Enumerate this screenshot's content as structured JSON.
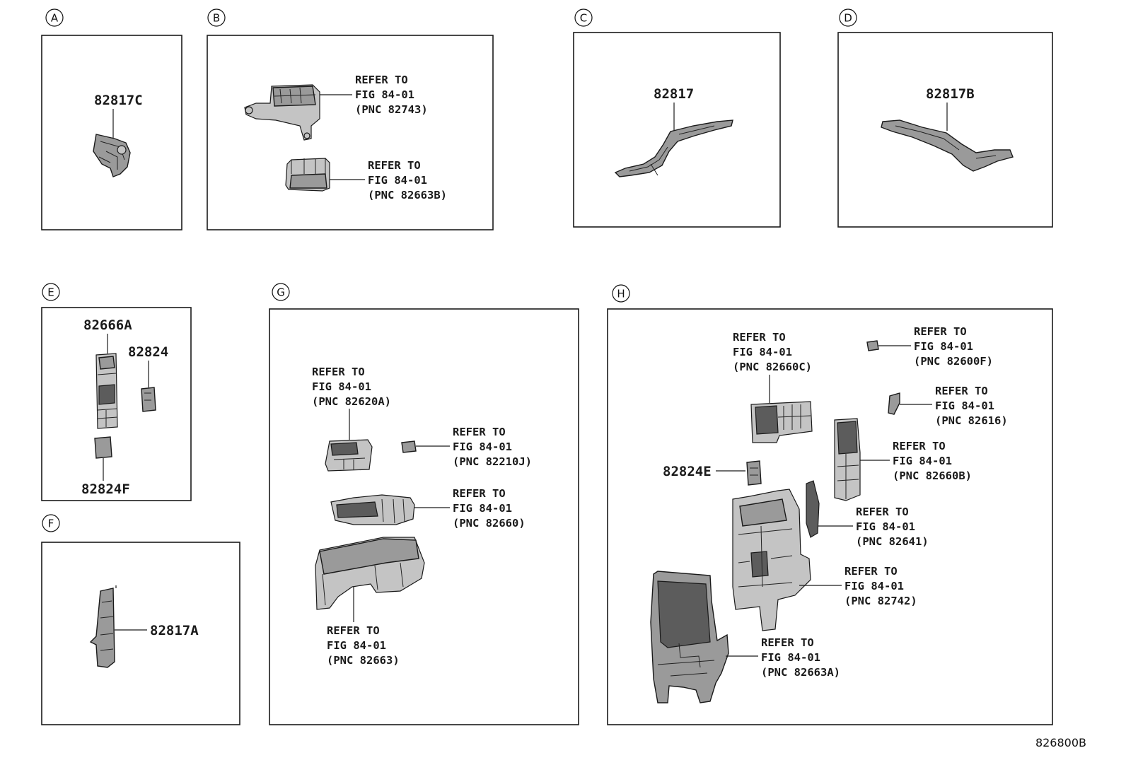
{
  "sections": [
    {
      "letter": "A",
      "parts": [
        "82817C"
      ]
    },
    {
      "letter": "B",
      "refs": [
        {
          "line1": "REFER TO",
          "line2": "FIG 84-01",
          "line3": "(PNC 82743)"
        },
        {
          "line1": "REFER TO",
          "line2": "FIG 84-01",
          "line3": "(PNC 82663B)"
        }
      ]
    },
    {
      "letter": "C",
      "parts": [
        "82817"
      ]
    },
    {
      "letter": "D",
      "parts": [
        "82817B"
      ]
    },
    {
      "letter": "E",
      "parts": [
        "82666A",
        "82824",
        "82824F"
      ]
    },
    {
      "letter": "F",
      "parts": [
        "82817A"
      ]
    },
    {
      "letter": "G",
      "refs": [
        {
          "line1": "REFER TO",
          "line2": "FIG 84-01",
          "line3": "(PNC 82620A)"
        },
        {
          "line1": "REFER TO",
          "line2": "FIG 84-01",
          "line3": "(PNC 82210J)"
        },
        {
          "line1": "REFER TO",
          "line2": "FIG 84-01",
          "line3": "(PNC 82660)"
        },
        {
          "line1": "REFER TO",
          "line2": "FIG 84-01",
          "line3": "(PNC 82663)"
        }
      ]
    },
    {
      "letter": "H",
      "parts": [
        "82824E"
      ],
      "refs": [
        {
          "line1": "REFER TO",
          "line2": "FIG 84-01",
          "line3": "(PNC 82660C)"
        },
        {
          "line1": "REFER TO",
          "line2": "FIG 84-01",
          "line3": "(PNC 82600F)"
        },
        {
          "line1": "REFER TO",
          "line2": "FIG 84-01",
          "line3": "(PNC 82616)"
        },
        {
          "line1": "REFER TO",
          "line2": "FIG 84-01",
          "line3": "(PNC 82660B)"
        },
        {
          "line1": "REFER TO",
          "line2": "FIG 84-01",
          "line3": "(PNC 82641)"
        },
        {
          "line1": "REFER TO",
          "line2": "FIG 84-01",
          "line3": "(PNC 82742)"
        },
        {
          "line1": "REFER TO",
          "line2": "FIG 84-01",
          "line3": "(PNC 82663A)"
        }
      ]
    }
  ],
  "footer": {
    "drawing_id": "826800B"
  }
}
